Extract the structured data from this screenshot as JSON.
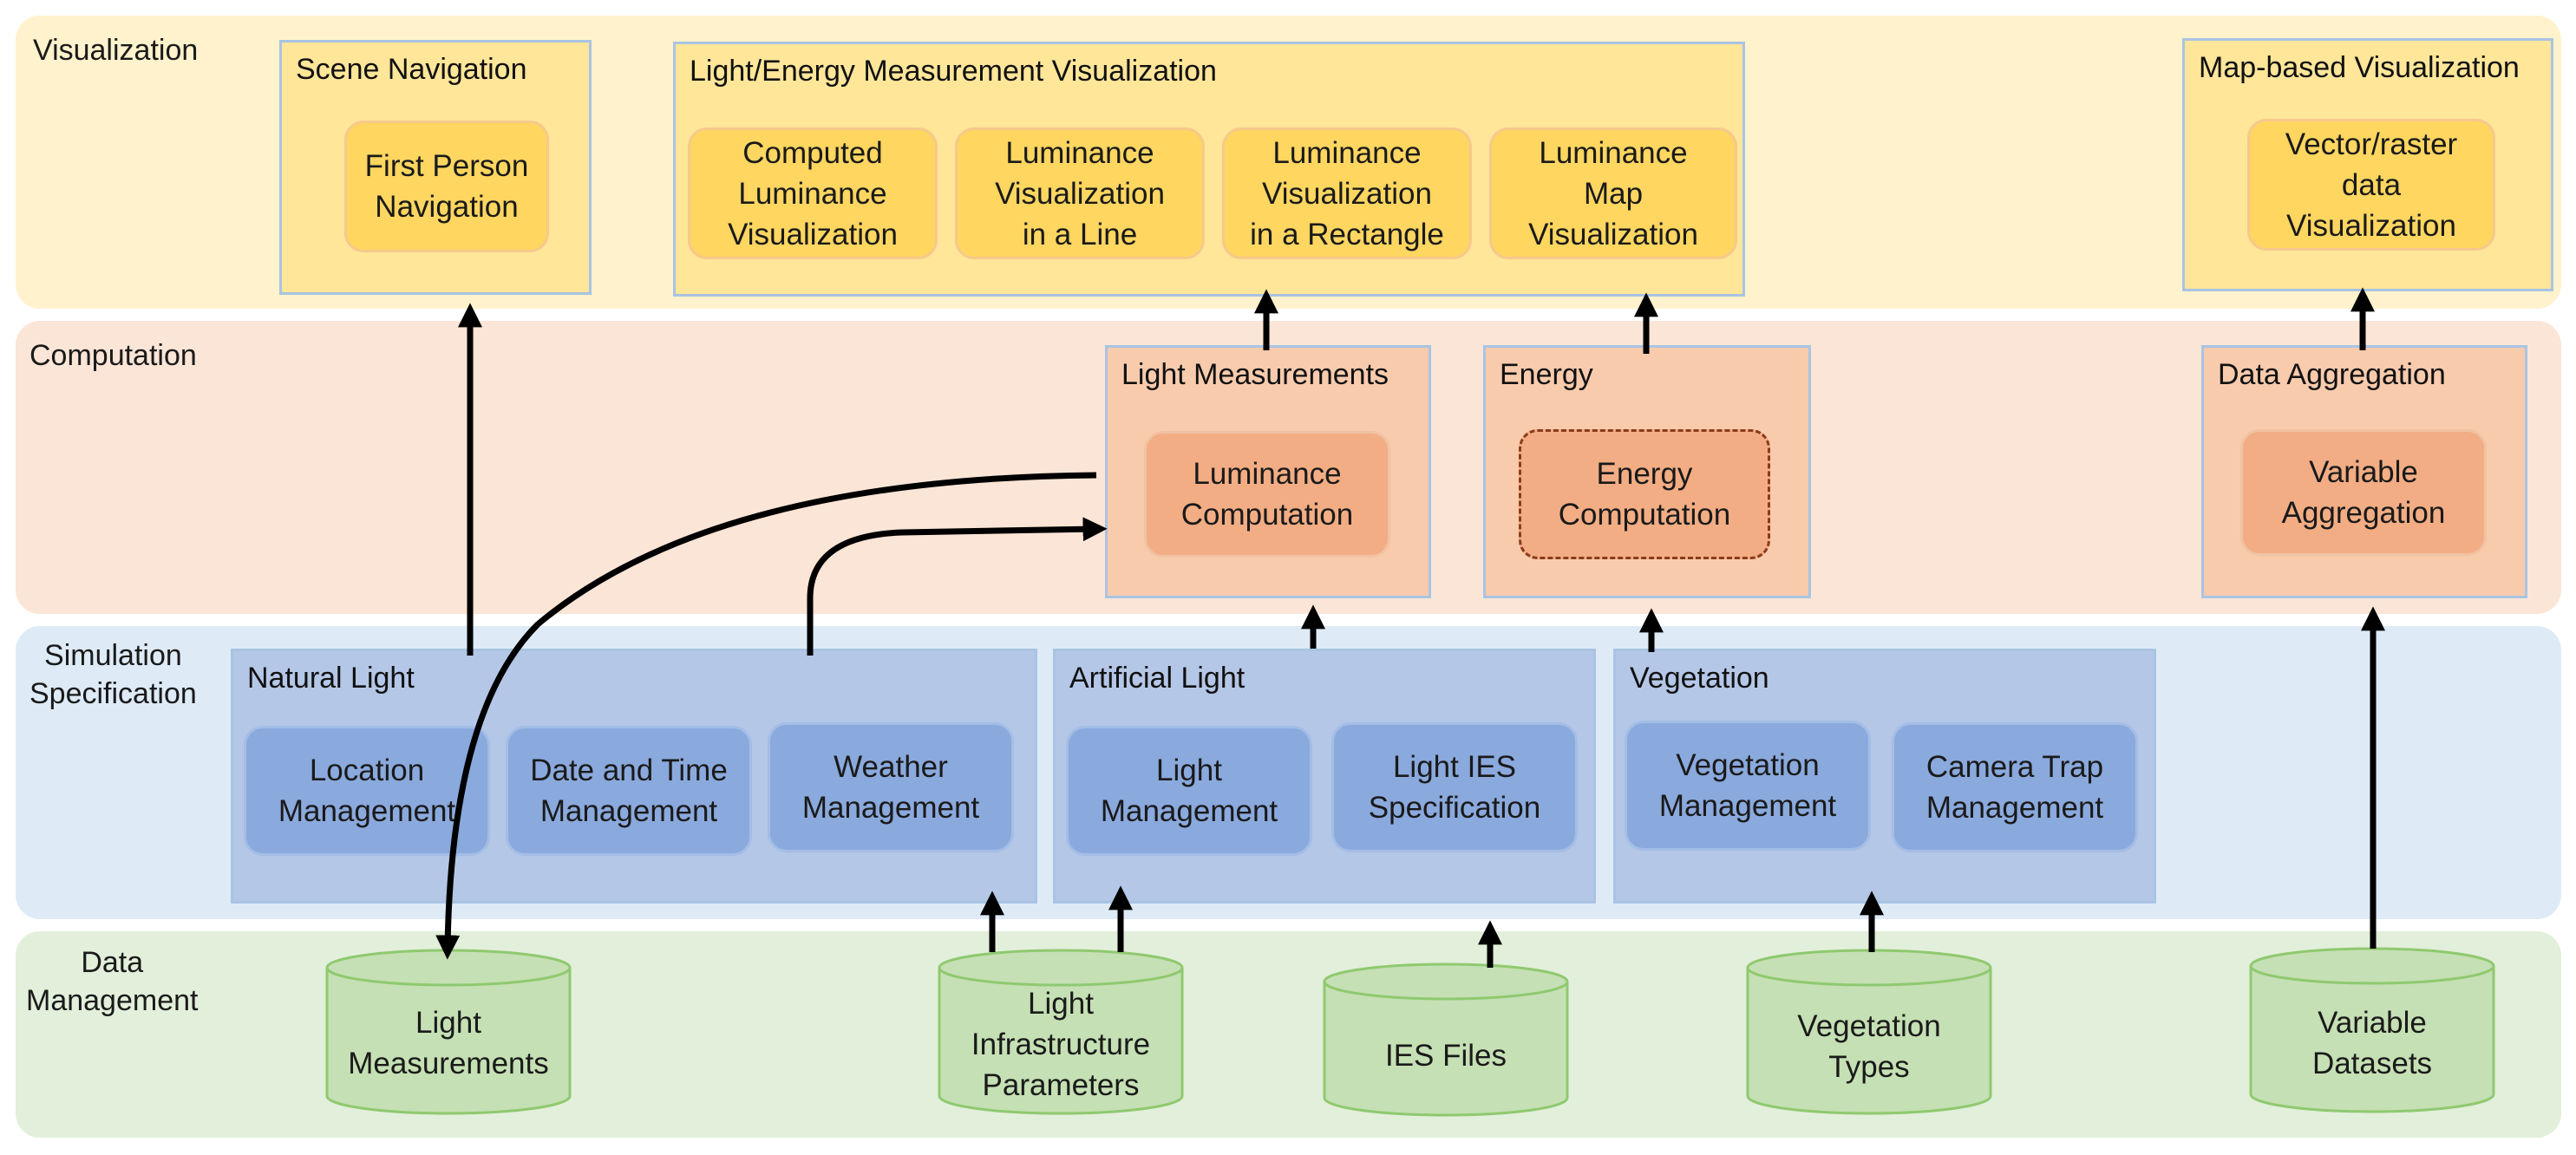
{
  "layers": {
    "visualization": "Visualization",
    "computation": "Computation",
    "simulation": "Simulation\nSpecification",
    "data": "Data\nManagement"
  },
  "visualization": {
    "scene_navigation": {
      "title": "Scene Navigation",
      "first_person": "First Person\nNavigation"
    },
    "measurement_vis": {
      "title": "Light/Energy Measurement Visualization",
      "computed_luminance": "Computed\nLuminance\nVisualization",
      "luminance_line": "Luminance\nVisualization\nin a Line",
      "luminance_rect": "Luminance\nVisualization\nin a Rectangle",
      "luminance_map": "Luminance\nMap\nVisualization"
    },
    "map_vis": {
      "title": "Map-based Visualization",
      "vector_raster": "Vector/raster\ndata\nVisualization"
    }
  },
  "computation": {
    "light_measurements": {
      "title": "Light Measurements",
      "luminance": "Luminance\nComputation"
    },
    "energy": {
      "title": "Energy",
      "energy_computation": "Energy\nComputation"
    },
    "data_aggregation": {
      "title": "Data Aggregation",
      "variable_aggregation": "Variable\nAggregation"
    }
  },
  "simulation": {
    "natural_light": {
      "title": "Natural Light",
      "location": "Location\nManagement",
      "date_time": "Date and Time\nManagement",
      "weather": "Weather\nManagement"
    },
    "artificial_light": {
      "title": "Artificial Light",
      "light_mgmt": "Light\nManagement",
      "light_ies": "Light IES\nSpecification"
    },
    "vegetation": {
      "title": "Vegetation",
      "vegetation_mgmt": "Vegetation\nManagement",
      "camera_trap": "Camera Trap\nManagement"
    }
  },
  "data_stores": {
    "light_measurements": "Light\nMeasurements",
    "light_infrastructure": "Light\nInfrastructure\nParameters",
    "ies_files": "IES Files",
    "vegetation_types": "Vegetation\nTypes",
    "variable_datasets": "Variable\nDatasets"
  },
  "colors": {
    "visualization_band": "#fff2cc",
    "computation_band": "#fbe5d6",
    "simulation_band": "#deebf7",
    "data_band": "#e2efda",
    "yellow_module": "#fed660",
    "orange_module": "#f2ad84",
    "blue_module": "#8aa9dd",
    "cylinder_fill": "#c5e0b4",
    "cylinder_stroke": "#8fc96f"
  }
}
